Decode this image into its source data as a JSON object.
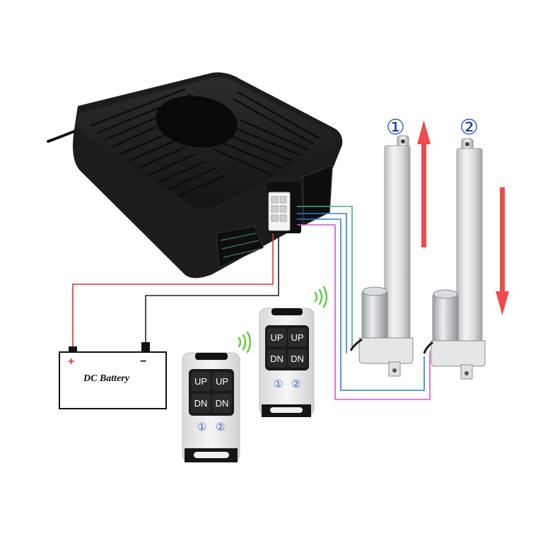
{
  "battery": {
    "label": "DC Battery",
    "plus": "+",
    "minus": "−"
  },
  "actuators": [
    {
      "badge": "①",
      "direction": "up"
    },
    {
      "badge": "②",
      "direction": "down"
    }
  ],
  "remotes": [
    {
      "keys": [
        "UP",
        "UP",
        "DN",
        "DN"
      ],
      "channels": [
        "①",
        "②"
      ]
    },
    {
      "keys": [
        "UP",
        "UP",
        "DN",
        "DN"
      ],
      "channels": [
        "①",
        "②"
      ]
    }
  ],
  "colors": {
    "controller": "#1f1f1f",
    "arrow": "#ef4b4b",
    "badge": "#1d3fb8",
    "wire_red": "#e53030",
    "wire_black": "#222222",
    "wire_green": "#3fb37f",
    "wire_blue": "#2f7fcf",
    "wire_magenta": "#d655d6",
    "remote_body": "#ececec",
    "remote_key": "#2a2a2a",
    "channel_text": "#3f5fd0",
    "signal": "#5ccf3f"
  }
}
